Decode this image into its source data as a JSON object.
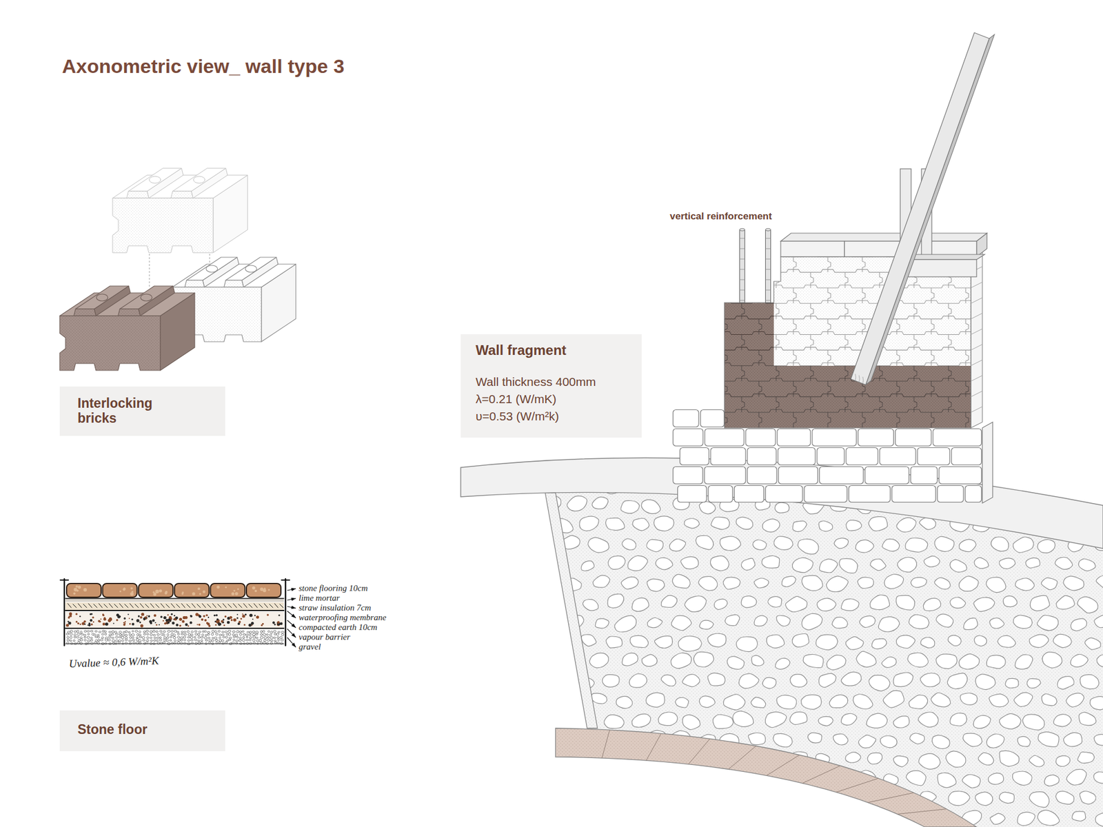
{
  "diagram": {
    "title": "Axonometric view_ wall type 3",
    "nodes": [
      {
        "text": [
          "Interlocking bricks"
        ]
      },
      {
        "text": [
          "Wall fragment",
          "Wall thickness 400mm",
          "λ=0.21 (W/mK)",
          "υ=0.53 (W/m²k)"
        ]
      },
      {
        "text": [
          "Stone floor"
        ]
      }
    ],
    "labels": [
      "vertical reinforcement",
      "stone flooring 10cm",
      "lime mortar",
      "straw insulation 7cm",
      "waterproofing membrane",
      "compacted earth 10cm",
      "vapour barrier",
      "gravel",
      "Uvalue ≈ 0,6 W/m²K"
    ]
  }
}
